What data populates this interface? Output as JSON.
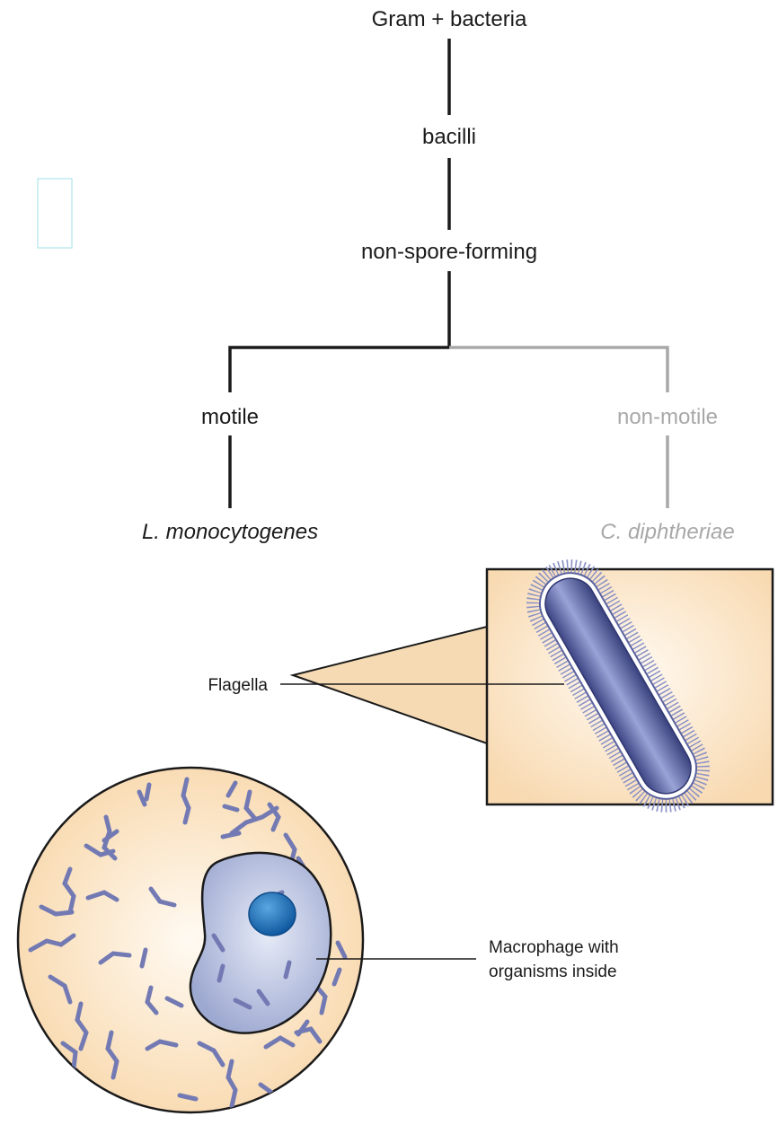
{
  "tree": {
    "root": "Gram + bacteria",
    "level1": "bacilli",
    "level2": "non-spore-forming",
    "left_branch": {
      "trait": "motile",
      "species": "L. monocytogenes"
    },
    "right_branch": {
      "trait": "non-motile",
      "species": "C. diphtheriae"
    }
  },
  "illustration": {
    "flagella_label": "Flagella",
    "macrophage_label_line1": "Macrophage with",
    "macrophage_label_line2": "organisms inside"
  },
  "colors": {
    "active_branch": "#1a1a1a",
    "inactive_branch": "#a8a8a8",
    "bacterium": "#6f78b0",
    "tissue_background": "#fbe6c8",
    "macrophage": "#a9b6da",
    "nucleus": "#1f6fb3"
  }
}
